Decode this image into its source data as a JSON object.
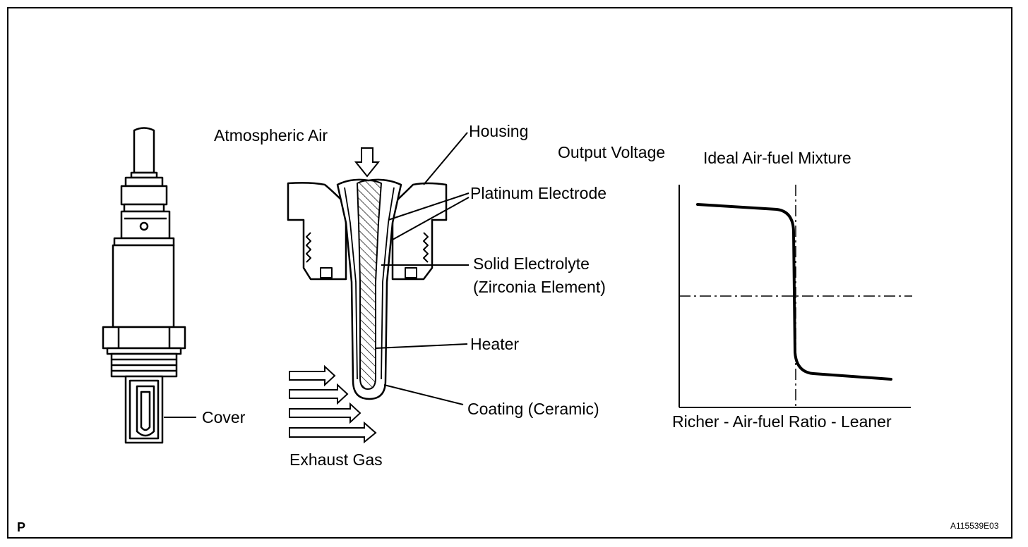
{
  "diagram": {
    "labels": {
      "atmospheric_air": "Atmospheric Air",
      "housing": "Housing",
      "platinum_electrode": "Platinum Electrode",
      "solid_electrolyte": "Solid Electrolyte",
      "zirconia_element": "(Zirconia Element)",
      "heater": "Heater",
      "coating": "Coating (Ceramic)",
      "exhaust_gas": "Exhaust Gas",
      "cover": "Cover"
    },
    "corner_mark": "P",
    "figure_code": "A115539E03"
  },
  "graph": {
    "ylabel": "Output Voltage",
    "ideal_label": "Ideal Air-fuel Mixture",
    "xlabel": "Richer - Air-fuel Ratio - Leaner"
  },
  "colors": {
    "ink": "#000000",
    "paper": "#ffffff"
  }
}
